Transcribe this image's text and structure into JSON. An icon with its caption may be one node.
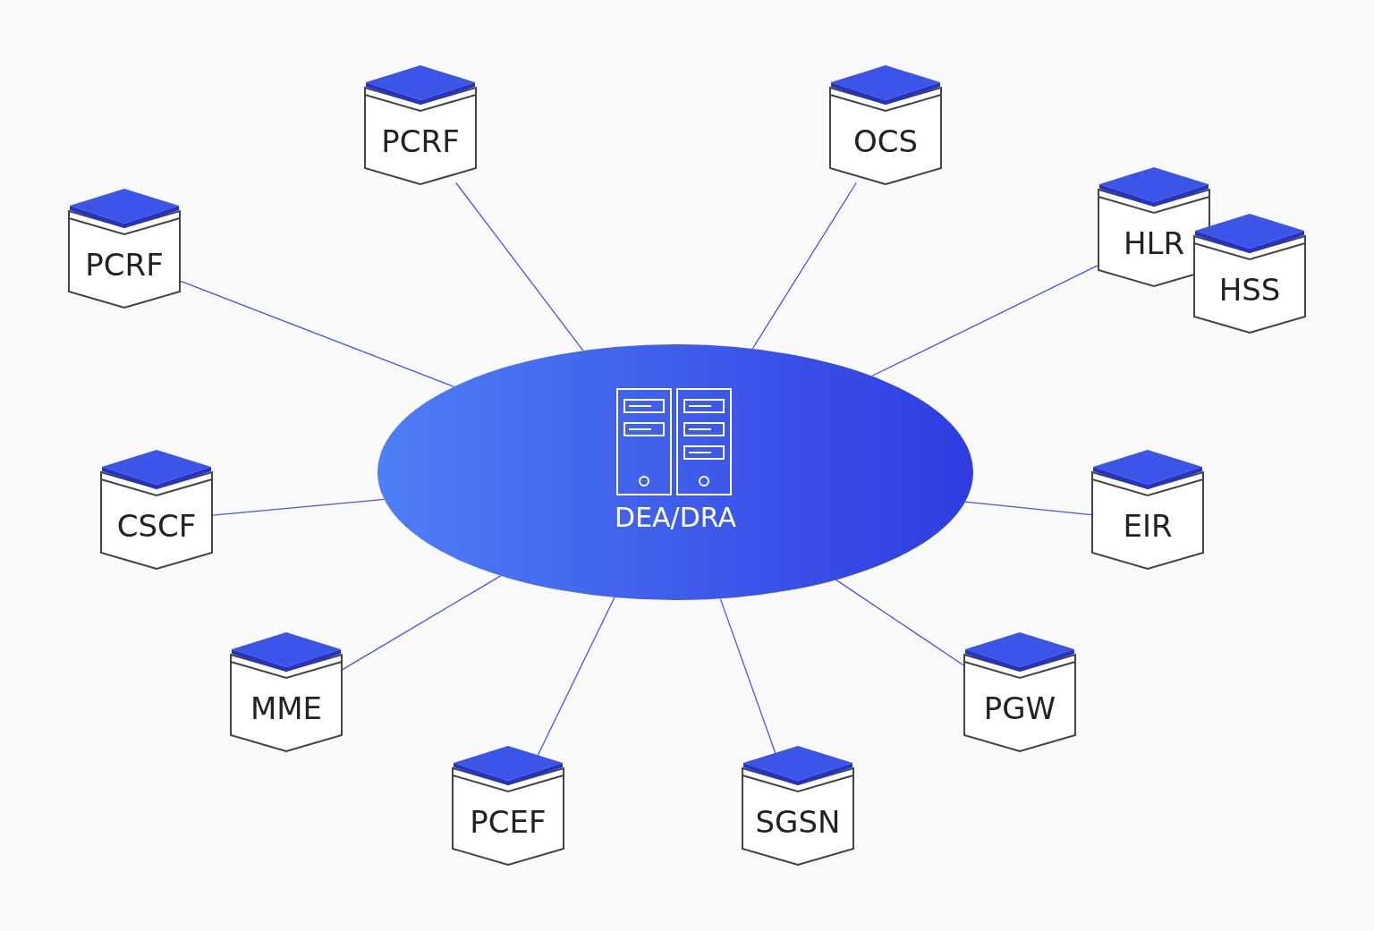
{
  "diagram": {
    "nodes": [
      {
        "text": [
          "DEA/DRA"
        ]
      },
      {
        "text": [
          "PCRF"
        ]
      },
      {
        "text": [
          "OCS"
        ]
      },
      {
        "text": [
          "HLR"
        ]
      },
      {
        "text": [
          "PCRF"
        ]
      },
      {
        "text": [
          "HSS"
        ]
      },
      {
        "text": [
          "CSCF"
        ]
      },
      {
        "text": [
          "EIR"
        ]
      },
      {
        "text": [
          "MME"
        ]
      },
      {
        "text": [
          "PGW"
        ]
      },
      {
        "text": [
          "PCEF"
        ]
      },
      {
        "text": [
          "SGSN"
        ]
      }
    ],
    "edges": [
      {
        "from": 0,
        "to": 1,
        "arrow": "none"
      },
      {
        "from": 0,
        "to": 2,
        "arrow": "none"
      },
      {
        "from": 0,
        "to": 3,
        "arrow": "none"
      },
      {
        "from": 0,
        "to": 4,
        "arrow": "none"
      },
      {
        "from": 0,
        "to": 6,
        "arrow": "none"
      },
      {
        "from": 0,
        "to": 7,
        "arrow": "none"
      },
      {
        "from": 0,
        "to": 8,
        "arrow": "none"
      },
      {
        "from": 0,
        "to": 9,
        "arrow": "none"
      },
      {
        "from": 0,
        "to": 10,
        "arrow": "none"
      },
      {
        "from": 0,
        "to": 11,
        "arrow": "none"
      }
    ]
  }
}
